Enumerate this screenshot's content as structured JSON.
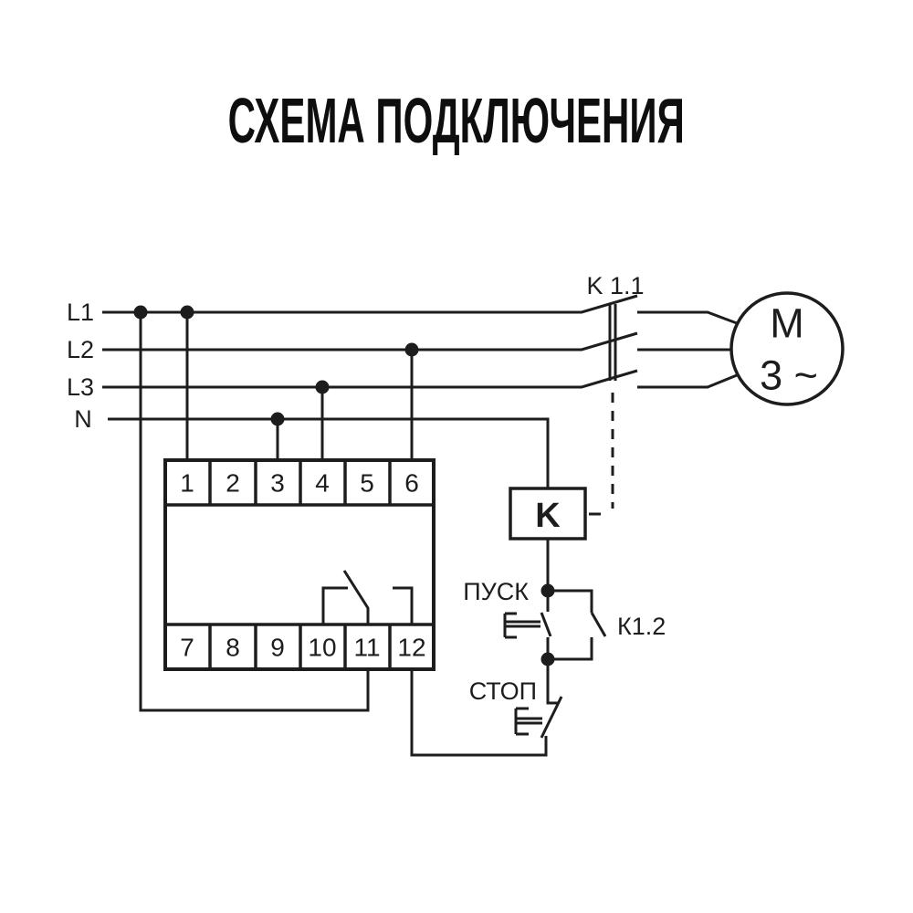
{
  "title": "СХЕМА ПОДКЛЮЧЕНИЯ",
  "colors": {
    "background": "#ffffff",
    "diagram_line": "#1d1d1d",
    "title_text": "#0e0e0e"
  },
  "power_lines": {
    "l1": "L1",
    "l2": "L2",
    "l3": "L3",
    "n": "N"
  },
  "relay_device": {
    "top_terminals": [
      "1",
      "2",
      "3",
      "4",
      "5",
      "6"
    ],
    "bottom_terminals": [
      "7",
      "8",
      "9",
      "10",
      "11",
      "12"
    ]
  },
  "contactor": {
    "coil_label": "K",
    "main_contact_label": "K 1.1",
    "aux_contact_label": "К1.2"
  },
  "motor": {
    "label": "M",
    "phases_label": "3 ~"
  },
  "buttons": {
    "start_label": "ПУСК",
    "stop_label": "СТОП"
  }
}
